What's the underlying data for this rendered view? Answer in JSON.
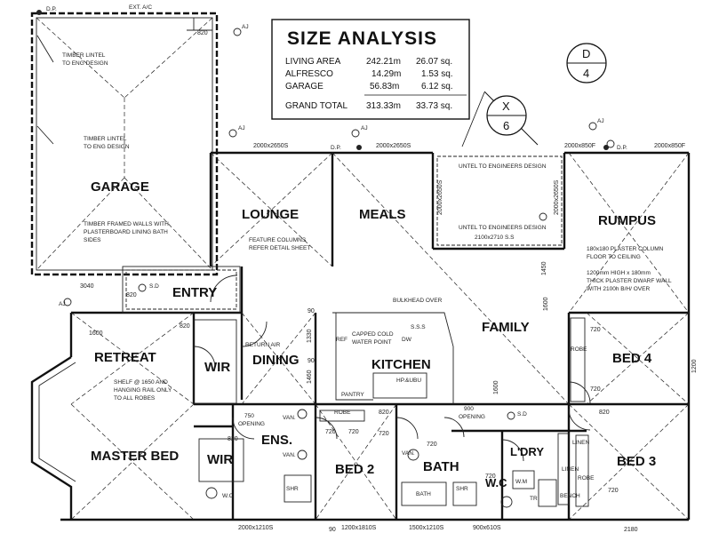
{
  "size_analysis": {
    "title": "SIZE ANALYSIS",
    "rows": [
      {
        "label": "LIVING AREA",
        "m2": "242.21m",
        "sq": "26.07 sq."
      },
      {
        "label": "ALFRESCO",
        "m2": "14.29m",
        "sq": "1.53 sq."
      },
      {
        "label": "GARAGE",
        "m2": "56.83m",
        "sq": "6.12 sq."
      }
    ],
    "total": {
      "label": "GRAND TOTAL",
      "m2": "313.33m",
      "sq": "33.73 sq."
    }
  },
  "section_markers": {
    "d": {
      "letter": "D",
      "number": "4"
    },
    "x": {
      "letter": "X",
      "number": "6"
    }
  },
  "rooms": {
    "garage": "GARAGE",
    "lounge": "LOUNGE",
    "meals": "MEALS",
    "rumpus": "RUMPUS",
    "entry": "ENTRY",
    "family": "FAMILY",
    "retreat": "RETREAT",
    "wir": "WIR",
    "dining": "DINING",
    "kitchen": "KITCHEN",
    "bed4": "BED 4",
    "master_bed": "MASTER BED",
    "wir2": "WIR",
    "ens": "ENS.",
    "bed2": "BED 2",
    "bath": "BATH",
    "ldry": "L'DRY",
    "wc": "W.C",
    "bed3": "BED 3"
  },
  "notes": {
    "timber_lintel_1a": "TIMBER LINTEL",
    "timber_lintel_1b": "TO ENG DESIGN",
    "timber_lintel_2a": "TIMBER LINTEL",
    "timber_lintel_2b": "TO ENG DESIGN",
    "timber_framed_a": "TIMBER FRAMED WALLS WITH",
    "timber_framed_b": "PLASTERBOARD LINING BATH",
    "timber_framed_c": "SIDES",
    "feature_cols_a": "FEATURE COLUMNS",
    "feature_cols_b": "REFER DETAIL SHEET",
    "untel_eng_1": "UNTEL TO ENGINEERS DESIGN",
    "untel_eng_2": "UNTEL TO ENGINEERS DESIGN",
    "untel_dim": "2100x2710 S.S",
    "plaster_col_a": "180x180 PLASTER COLUMN",
    "plaster_col_b": "FLOOR TO CEILING",
    "thick_wall_a": "1200mm HIGH x 180mm",
    "thick_wall_b": "THICK PLASTER DWARF WALL",
    "thick_wall_c": "WITH 2100h B/H/ OVER",
    "bulkhead": "BULKHEAD OVER",
    "capped_a": "CAPPED COLD",
    "capped_b": "WATER POINT",
    "return_air": "RETURN AIR",
    "shelf_a": "SHELF @ 1650 AND",
    "shelf_b": "HANGING RAIL ONLY",
    "shelf_c": "TO ALL ROBES",
    "opening_750a": "750",
    "opening_750b": "OPENING",
    "opening_900a": "900",
    "opening_900b": "OPENING",
    "pantry": "PANTRY",
    "hp_ubu": "HP.&UBU",
    "robe1": "ROBE",
    "robe2": "ROBE",
    "robe3": "ROBE",
    "linen1": "LINEN",
    "linen2": "LINEN",
    "bench": "BENCH",
    "van1": "VAN.",
    "van2": "VAN.",
    "van3": "VAN.",
    "bath_label": "BATH",
    "shr1": "SHR",
    "shr2": "SHR",
    "wc_small": "W.C",
    "sd1": "S.D",
    "sd2": "S.D",
    "sss": "S.S.S",
    "dw": "DW",
    "ref": "REF",
    "wm": "W.M",
    "tr": "TR",
    "dp": "D.P.",
    "aj": "AJ",
    "ext_ac": "EXT. A/C"
  },
  "dimensions": {
    "w820_a": "820",
    "w820_b": "820",
    "w820_c": "820",
    "w820_d": "820",
    "w820_e": "820",
    "w820_f": "820",
    "w720_a": "720",
    "w720_b": "720",
    "w720_c": "720",
    "w720_d": "720",
    "w720_e": "720",
    "w720_f": "720",
    "w720_g": "720",
    "w720_h": "720",
    "w_2000x2650_a": "2000x2650S",
    "w_2000x2650_b": "2000x2650S",
    "w_2000x850_a": "2000x850F",
    "w_2000x850_b": "2000x850F",
    "w_2000x2650_v1": "2000x2650S",
    "w_2000x2650_v2": "2000x2650S",
    "w_2000x1210": "2000x1210S",
    "w_1200x1810": "1200x1810S",
    "w_1500x1210": "1500x1210S",
    "w_900x610": "900x610S",
    "d3040": "3040",
    "d1450": "1450",
    "d1600": "1600",
    "d1460": "1460",
    "d1330": "1330",
    "d90a": "90",
    "d90b": "90",
    "d90c": "90",
    "d2180": "2180",
    "d1600b": "1600",
    "d1200": "1200",
    "d1600c": "1600"
  }
}
